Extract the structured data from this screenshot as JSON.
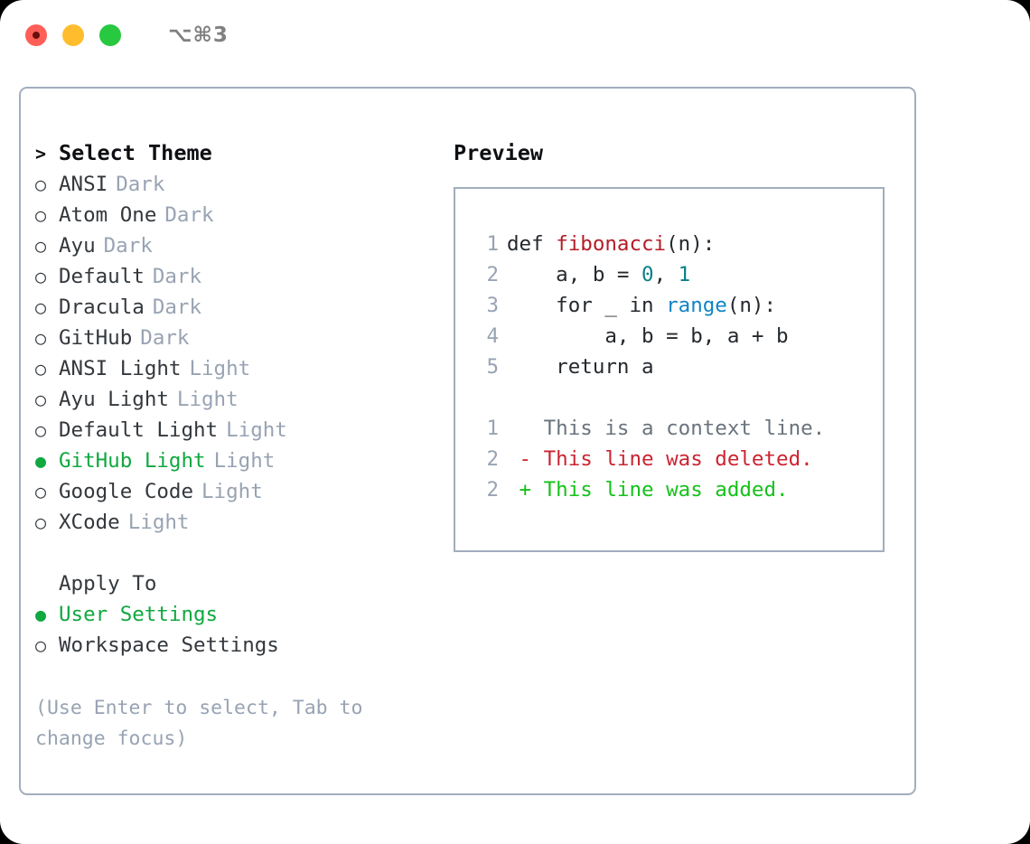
{
  "titlebar": {
    "shortcut": "⌥⌘3",
    "lights": [
      "close",
      "minimize",
      "maximize"
    ]
  },
  "theme_selector": {
    "heading_marker": ">",
    "heading": "Select Theme",
    "items": [
      {
        "marker": "○",
        "name": "ANSI",
        "variant": "Dark",
        "selected": false
      },
      {
        "marker": "○",
        "name": "Atom One",
        "variant": "Dark",
        "selected": false
      },
      {
        "marker": "○",
        "name": "Ayu",
        "variant": "Dark",
        "selected": false
      },
      {
        "marker": "○",
        "name": "Default",
        "variant": "Dark",
        "selected": false
      },
      {
        "marker": "○",
        "name": "Dracula",
        "variant": "Dark",
        "selected": false
      },
      {
        "marker": "○",
        "name": "GitHub",
        "variant": "Dark",
        "selected": false
      },
      {
        "marker": "○",
        "name": "ANSI Light",
        "variant": "Light",
        "selected": false
      },
      {
        "marker": "○",
        "name": "Ayu Light",
        "variant": "Light",
        "selected": false
      },
      {
        "marker": "○",
        "name": "Default Light",
        "variant": "Light",
        "selected": false
      },
      {
        "marker": "●",
        "name": "GitHub Light",
        "variant": "Light",
        "selected": true
      },
      {
        "marker": "○",
        "name": "Google Code",
        "variant": "Light",
        "selected": false
      },
      {
        "marker": "○",
        "name": "XCode",
        "variant": "Light",
        "selected": false
      }
    ]
  },
  "apply_to": {
    "heading": "Apply To",
    "items": [
      {
        "marker": "●",
        "name": "User Settings",
        "selected": true
      },
      {
        "marker": "○",
        "name": "Workspace Settings",
        "selected": false
      }
    ]
  },
  "hint": "(Use Enter to select, Tab to change focus)",
  "preview": {
    "title": "Preview",
    "code_lines": [
      {
        "no": "1",
        "segments": [
          {
            "text": "def ",
            "kind": "plain"
          },
          {
            "text": "fibonacci",
            "kind": "function"
          },
          {
            "text": "(n):",
            "kind": "plain"
          }
        ]
      },
      {
        "no": "2",
        "segments": [
          {
            "text": "    a, b = ",
            "kind": "plain"
          },
          {
            "text": "0",
            "kind": "number"
          },
          {
            "text": ", ",
            "kind": "plain"
          },
          {
            "text": "1",
            "kind": "number"
          }
        ]
      },
      {
        "no": "3",
        "segments": [
          {
            "text": "    for _ in ",
            "kind": "plain"
          },
          {
            "text": "range",
            "kind": "call"
          },
          {
            "text": "(n):",
            "kind": "plain"
          }
        ]
      },
      {
        "no": "4",
        "segments": [
          {
            "text": "        a, b = b, a + b",
            "kind": "plain"
          }
        ]
      },
      {
        "no": "5",
        "segments": [
          {
            "text": "    return a",
            "kind": "plain"
          }
        ]
      }
    ],
    "diff_lines": [
      {
        "no": "1",
        "sign": " ",
        "text": "This is a context line.",
        "kind": "context"
      },
      {
        "no": "2",
        "sign": "-",
        "text": "This line was deleted.",
        "kind": "deleted"
      },
      {
        "no": "2",
        "sign": "+",
        "text": "This line was added.",
        "kind": "added"
      }
    ]
  },
  "colors": {
    "accent_green": "#10a83f",
    "muted": "#98a3b3",
    "border": "#a2adbd",
    "text": "#33383d",
    "function_red": "#b31d28",
    "number_teal": "#0a7f86",
    "call_blue": "#1184c4",
    "diff_context": "#6a737d",
    "diff_deleted": "#cb2431",
    "diff_added": "#16c11a",
    "light_red": "#ff5f57",
    "light_yellow": "#ffbd2e",
    "light_green": "#28c840"
  }
}
